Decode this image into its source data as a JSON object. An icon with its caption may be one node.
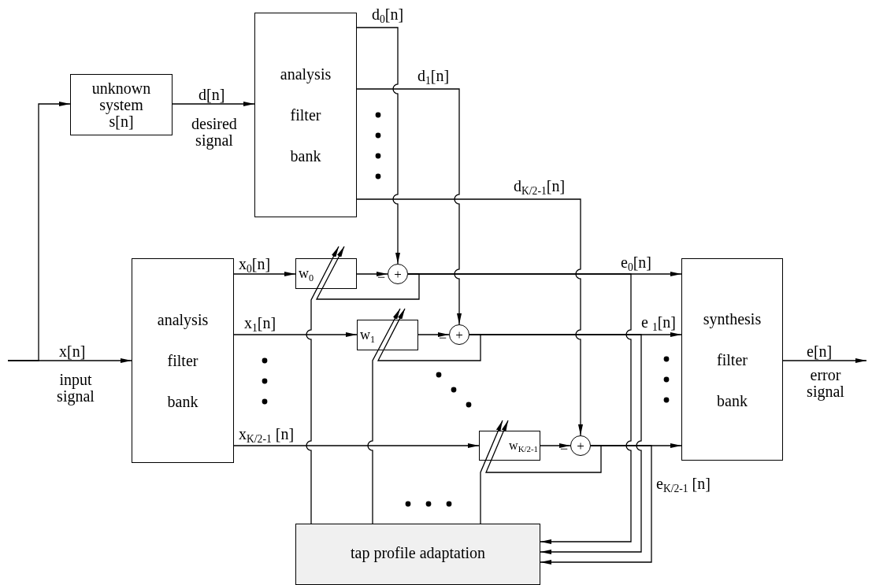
{
  "diagram": {
    "nodes": [
      {
        "text": [
          "unknown system s[n]"
        ]
      },
      {
        "text": [
          "analysis filter bank"
        ]
      },
      {
        "text": [
          "analysis filter bank"
        ]
      },
      {
        "text": [
          "w$_{0}$"
        ]
      },
      {
        "text": [
          "w$_{1}$"
        ]
      },
      {
        "text": [
          "w$_{K/2-1}$"
        ]
      },
      {
        "text": [
          "+"
        ],
        "beside": [
          "−"
        ]
      },
      {
        "text": [
          "+"
        ],
        "beside": [
          "−"
        ]
      },
      {
        "text": [
          "+"
        ],
        "beside": [
          "−"
        ]
      },
      {
        "text": [
          "synthesis filter bank"
        ]
      },
      {
        "text": [
          "tap profile adaptation"
        ]
      }
    ],
    "edges": [
      {
        "from": null,
        "to": 2,
        "arrow": "to",
        "label": "x[n]"
      },
      {
        "from": null,
        "to": 0,
        "arrow": "to"
      },
      {
        "from": 0,
        "to": 1,
        "arrow": "to",
        "label": "d[n]"
      },
      {
        "from": 1,
        "to": 6,
        "arrow": "to",
        "label": "d$_{0}$[n]"
      },
      {
        "from": 1,
        "to": 7,
        "arrow": "to",
        "label": "d$_{1}$[n]"
      },
      {
        "from": 1,
        "to": 8,
        "arrow": "to",
        "label": "d$_{K/2-1}$[n]"
      },
      {
        "from": 2,
        "to": 3,
        "arrow": "to",
        "label": "x$_{0}$[n]"
      },
      {
        "from": 2,
        "to": 4,
        "arrow": "to",
        "label": "x$_{1}$[n]"
      },
      {
        "from": 2,
        "to": 5,
        "arrow": "to",
        "label": "x$_{K/2-1}$ [n]"
      },
      {
        "from": 3,
        "to": 6,
        "arrow": "to"
      },
      {
        "from": 4,
        "to": 7,
        "arrow": "to"
      },
      {
        "from": 5,
        "to": 8,
        "arrow": "to"
      },
      {
        "from": 6,
        "to": 9,
        "arrow": "to",
        "label": "e$_{0}$[n]"
      },
      {
        "from": 7,
        "to": 9,
        "arrow": "to",
        "label": "e $_{1}$[n]"
      },
      {
        "from": 8,
        "to": 9,
        "arrow": "to"
      },
      {
        "from": 6,
        "to": 10,
        "arrow": "to"
      },
      {
        "from": 7,
        "to": 10,
        "arrow": "to"
      },
      {
        "from": 8,
        "to": 10,
        "arrow": "to",
        "label": "e$_{K/2-1}$ [n]"
      },
      {
        "from": 6,
        "to": 3,
        "arrow": "to"
      },
      {
        "from": 10,
        "to": 3,
        "arrow": "to"
      },
      {
        "from": 7,
        "to": 4,
        "arrow": "to"
      },
      {
        "from": 10,
        "to": 4,
        "arrow": "to"
      },
      {
        "from": 8,
        "to": 5,
        "arrow": "to"
      },
      {
        "from": 10,
        "to": 5,
        "arrow": "to"
      },
      {
        "from": 9,
        "to": null,
        "arrow": "to",
        "label": "e[n]"
      }
    ],
    "labels": [
      "input signal",
      "desired signal",
      "error signal"
    ]
  }
}
